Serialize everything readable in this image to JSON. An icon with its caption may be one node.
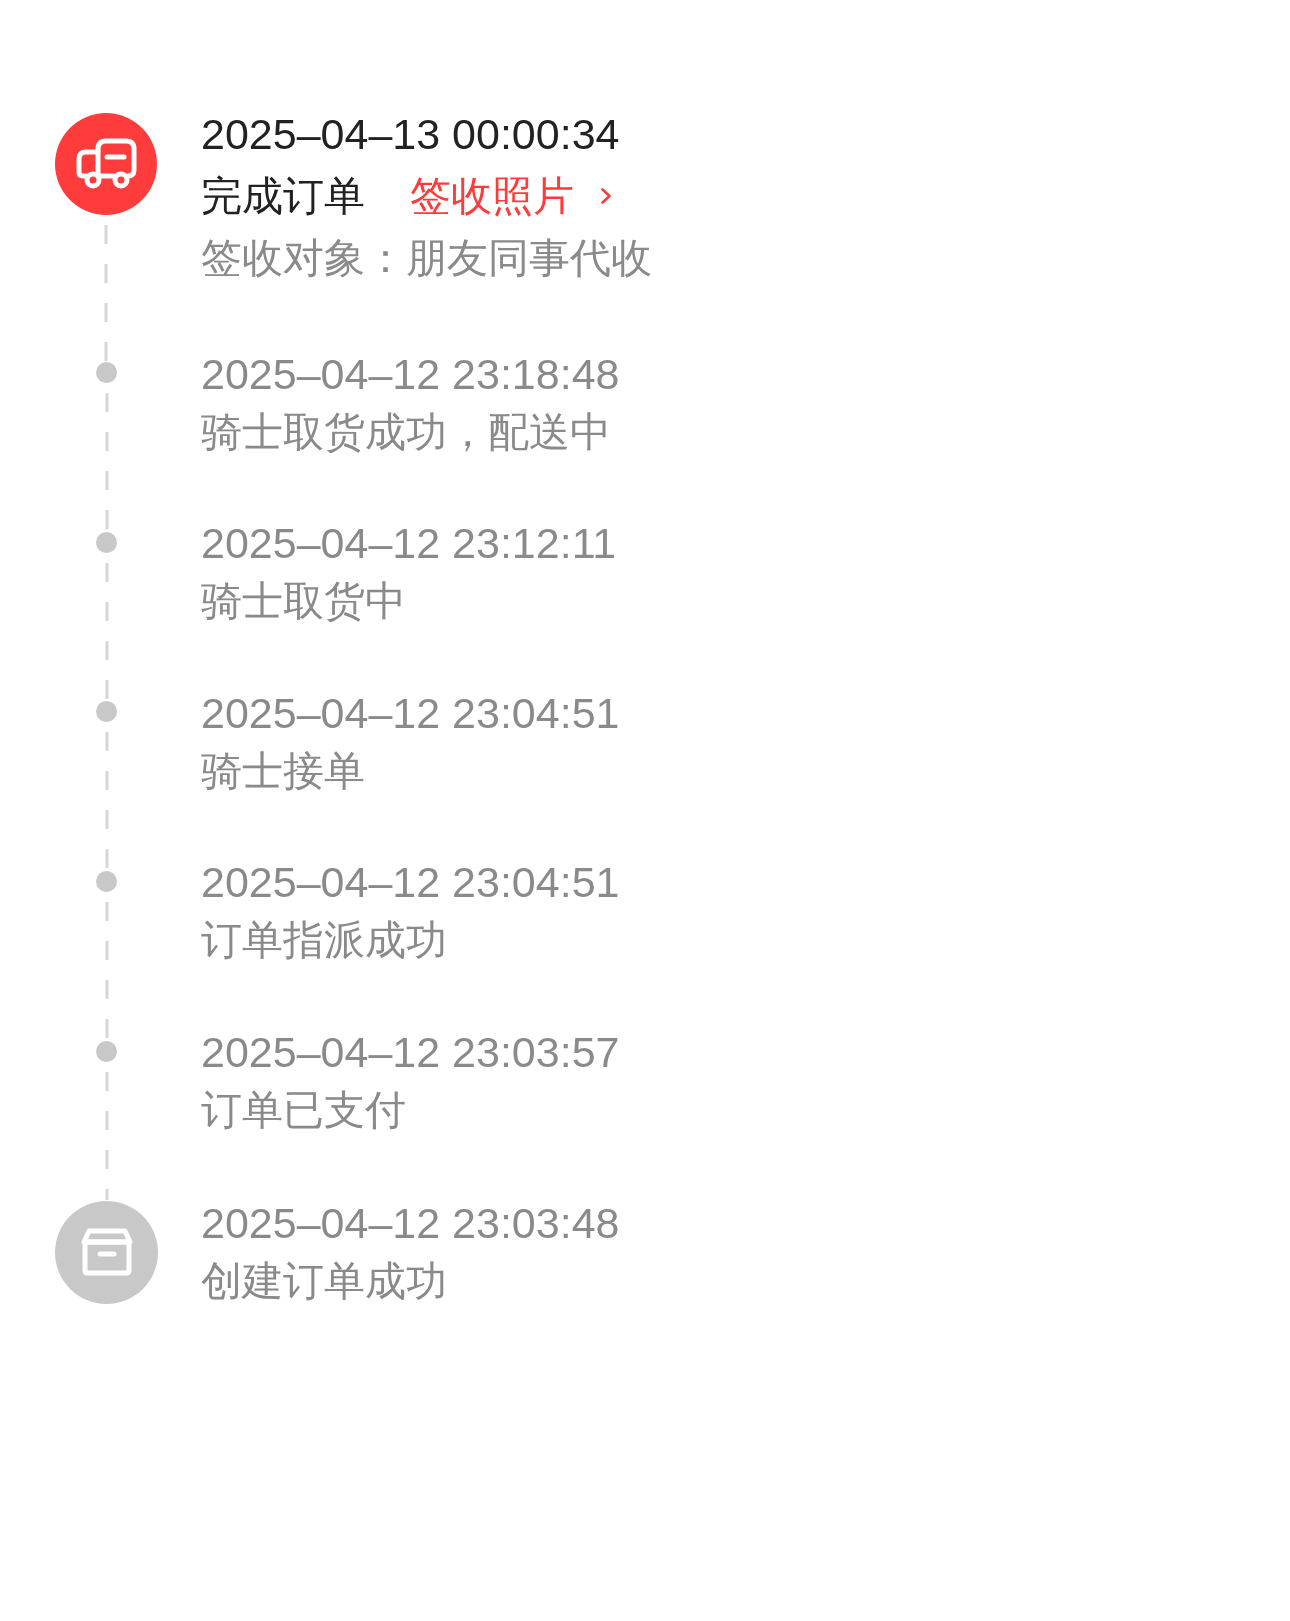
{
  "diagram": {
    "nodes": [
      {
        "text": [],
        "shape": "circle",
        "beside": [
          "2025–04–13 00:00:34",
          "完成订单",
          "签收照片",
          "签收对象：朋友同事代收"
        ]
      },
      {
        "text": [],
        "shape": "circle",
        "beside": [
          "2025–04–12 23:18:48",
          "骑士取货成功，配送中"
        ]
      },
      {
        "text": [],
        "shape": "circle",
        "beside": [
          "2025–04–12 23:12:11",
          "骑士取货中"
        ]
      },
      {
        "text": [],
        "shape": "circle",
        "beside": [
          "2025–04–12 23:04:51",
          "骑士接单"
        ]
      },
      {
        "text": [],
        "shape": "circle",
        "beside": [
          "2025–04–12 23:04:51",
          "订单指派成功"
        ]
      },
      {
        "text": [],
        "shape": "circle",
        "beside": [
          "2025–04–12 23:03:57",
          "订单已支付"
        ]
      },
      {
        "text": [],
        "shape": "circle",
        "beside": [
          "2025–04–12 23:03:48",
          "创建订单成功"
        ]
      }
    ],
    "edges": [
      {
        "from": 0,
        "to": 1,
        "arrow": "none",
        "style": "dashed"
      },
      {
        "from": 1,
        "to": 2,
        "arrow": "none",
        "style": "dashed"
      },
      {
        "from": 2,
        "to": 3,
        "arrow": "none",
        "style": "dashed"
      },
      {
        "from": 3,
        "to": 4,
        "arrow": "none",
        "style": "dashed"
      },
      {
        "from": 4,
        "to": 5,
        "arrow": "none",
        "style": "dashed"
      },
      {
        "from": 5,
        "to": 6,
        "arrow": "none",
        "style": "dashed"
      }
    ]
  }
}
